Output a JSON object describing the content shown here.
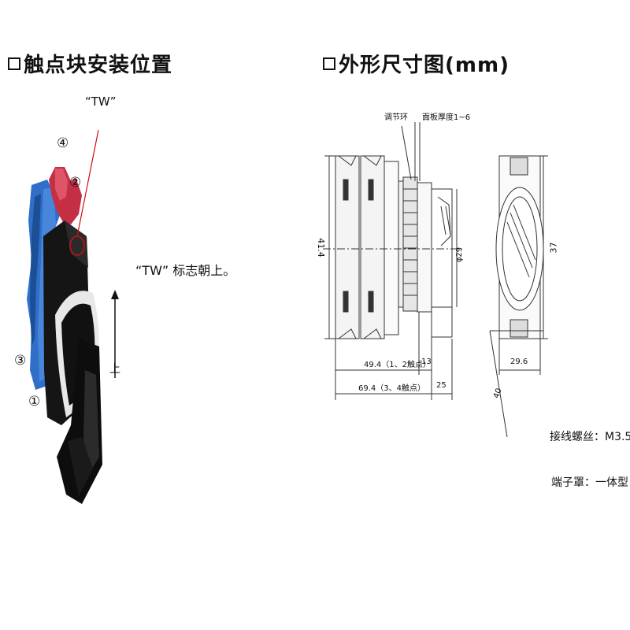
{
  "left_panel": {
    "heading": "触点块安装位置",
    "tw_marker": "“TW”",
    "tw_note": "“TW” 标志朝上。",
    "up_label": "上",
    "positions": {
      "p1": "①",
      "p2": "②",
      "p3": "③",
      "p4": "④"
    },
    "colors": {
      "blue_block": "#2f6fc8",
      "red_block": "#c42f45",
      "body": "#111111",
      "ring": "#e8e8e8",
      "pointer": "#cc1111"
    }
  },
  "right_panel": {
    "heading": "外形尺寸图(mm)",
    "adjust_ring": "调节环",
    "panel_thickness": "面板厚度1~6",
    "dim_41_4": "41.4",
    "dim_phi29": "φ29",
    "dim_37": "37",
    "dim_49_4": "49.4（1、2触点）",
    "dim_13": "13",
    "dim_69_4": "69.4（3、4触点）",
    "dim_25": "25",
    "dim_29_6": "29.6",
    "dim_40": "40",
    "terminal_screw": "接线螺丝：M3.5",
    "terminal_cover": "端子罩：一体型"
  }
}
